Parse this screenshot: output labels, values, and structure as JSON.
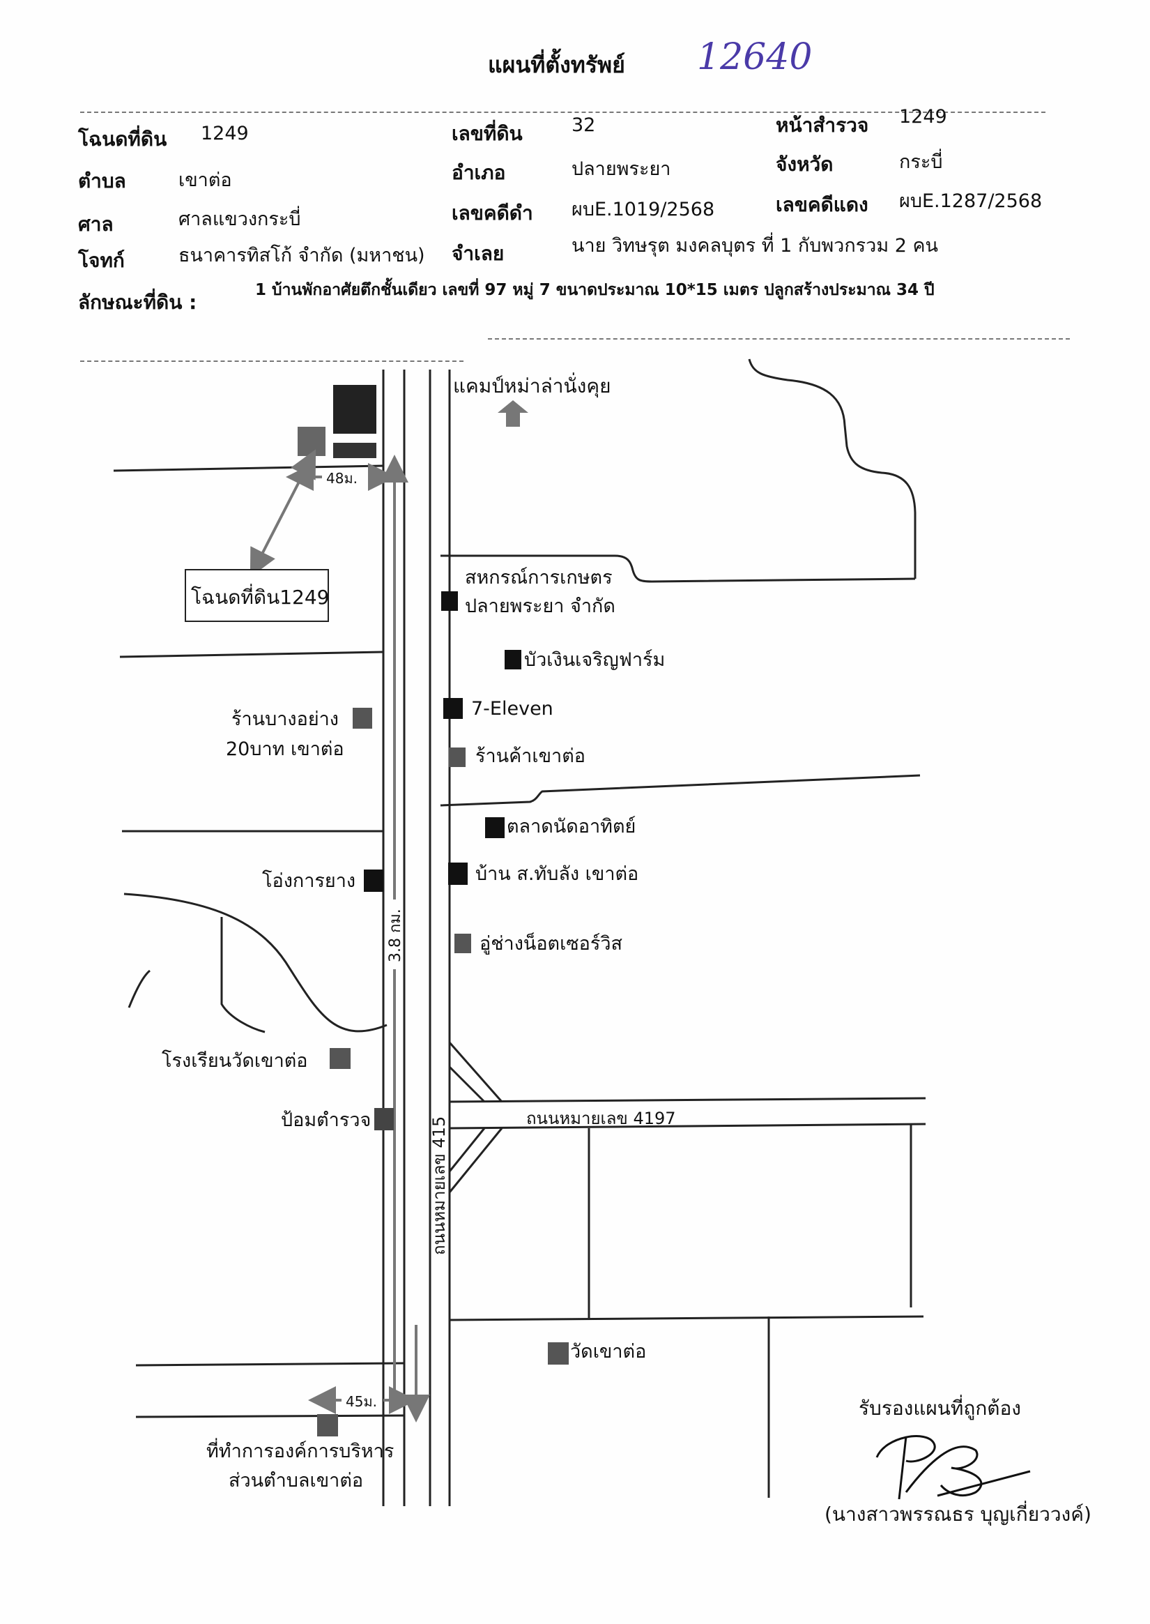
{
  "header": {
    "title": "แผนที่ตั้งทรัพย์",
    "handwritten_number": "12640"
  },
  "fields": [
    {
      "label": "โฉนดที่ดิน",
      "value": "1249"
    },
    {
      "label": "เลขที่ดิน",
      "value": "32"
    },
    {
      "label": "หน้าสำรวจ",
      "value": "1249"
    },
    {
      "label": "ตำบล",
      "value": "เขาต่อ"
    },
    {
      "label": "อำเภอ",
      "value": "ปลายพระยา"
    },
    {
      "label": "จังหวัด",
      "value": "กระบี่"
    },
    {
      "label": "ศาล",
      "value": "ศาลแขวงกระบี่"
    },
    {
      "label": "เลขคดีดำ",
      "value": "ผบE.1019/2568"
    },
    {
      "label": "เลขคดีแดง",
      "value": "ผบE.1287/2568"
    },
    {
      "label": "โจทก์",
      "value": "ธนาคารทิสโก้ จำกัด (มหาชน)"
    },
    {
      "label": "จำเลย",
      "value": "นาย วิทษรุต มงคลบุตร  ที่ 1  กับพวกรวม 2 คน"
    }
  ],
  "land": {
    "label": "ลักษณะที่ดิน :",
    "description": "1 บ้านพักอาศัยตึกชั้นเดียว เลขที่ 97 หมู่ 7 ขนาดประมาณ 10*15 เมตร ปลูกสร้างประมาณ 34 ปี"
  },
  "map": {
    "parcel_box": "โฉนดที่ดิน1249",
    "dist_top": "48ม.",
    "dist_bottom": "45ม.",
    "road_length": "3.8 กม.",
    "main_road": "ถนนหมายเลข 415",
    "cross_road": "ถนนหมายเลข 4197",
    "direction": "แคมป์หม่าล่านั่งคุย",
    "places": {
      "coop_1": "สหกรณ์การเกษตร",
      "coop_2": "ปลายพระยา จำกัด",
      "buangoen": "บัวเงินเจริญฟาร์ม",
      "seven": "7-Eleven",
      "rankha": "ร้านค้าเขาต่อ",
      "talat": "ตลาดนัดอาทิตย์",
      "ban": "บ้าน ส.ทับลัง เขาต่อ",
      "uchang": "อู่ช่างน็อตเซอร์วิส",
      "bang_1": "ร้านบางอย่าง",
      "bang_2": "20บาท เขาต่อ",
      "ong": "โอ่งการยาง",
      "school": "โรงเรียนวัดเขาต่อ",
      "police": "ป้อมตำรวจ",
      "wat": "วัดเขาต่อ",
      "oborto_1": "ที่ทำการองค์การบริหาร",
      "oborto_2": "ส่วนตำบลเขาต่อ"
    }
  },
  "certify": {
    "text": "รับรองแผนที่ถูกต้อง",
    "name": "(นางสาวพรรณธร บุญเกี่ยววงค์)"
  }
}
